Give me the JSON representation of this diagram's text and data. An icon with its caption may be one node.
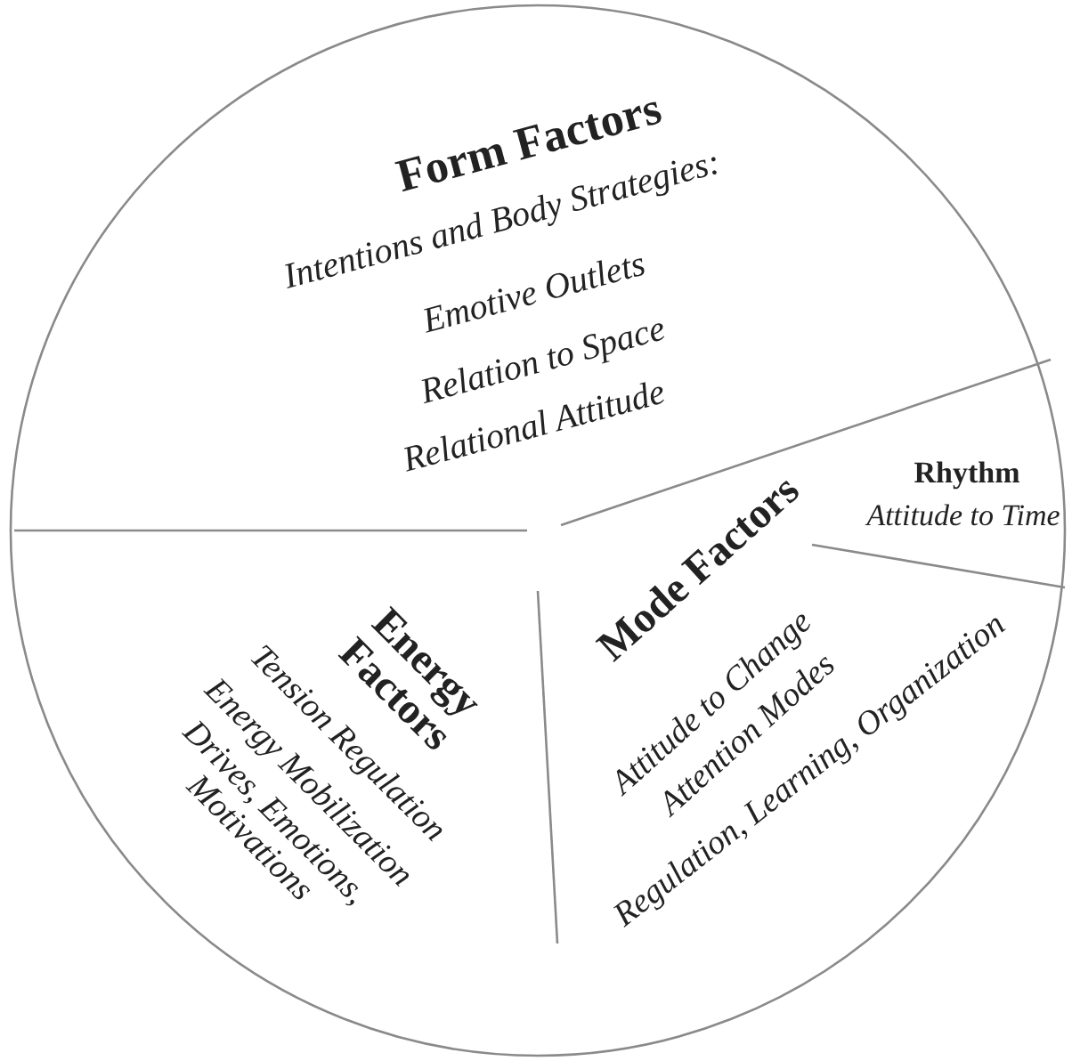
{
  "diagram": {
    "nodes": [
      {
        "text": [
          "Form Factors",
          "Intentions and Body Strategies:",
          "Emotive Outlets",
          "Relation to Space",
          "Relational Attitude"
        ]
      },
      {
        "text": [
          "Rhythm",
          "Attitude to Time"
        ]
      },
      {
        "text": [
          "Energy Factors",
          "Tension Regulation",
          "Energy Mobilization",
          "Drives, Emotions, Motivations"
        ]
      },
      {
        "text": [
          "Mode Factors",
          "Attitude to Change",
          "Attention Modes",
          "Regulation, Learning, Organization"
        ]
      }
    ]
  }
}
